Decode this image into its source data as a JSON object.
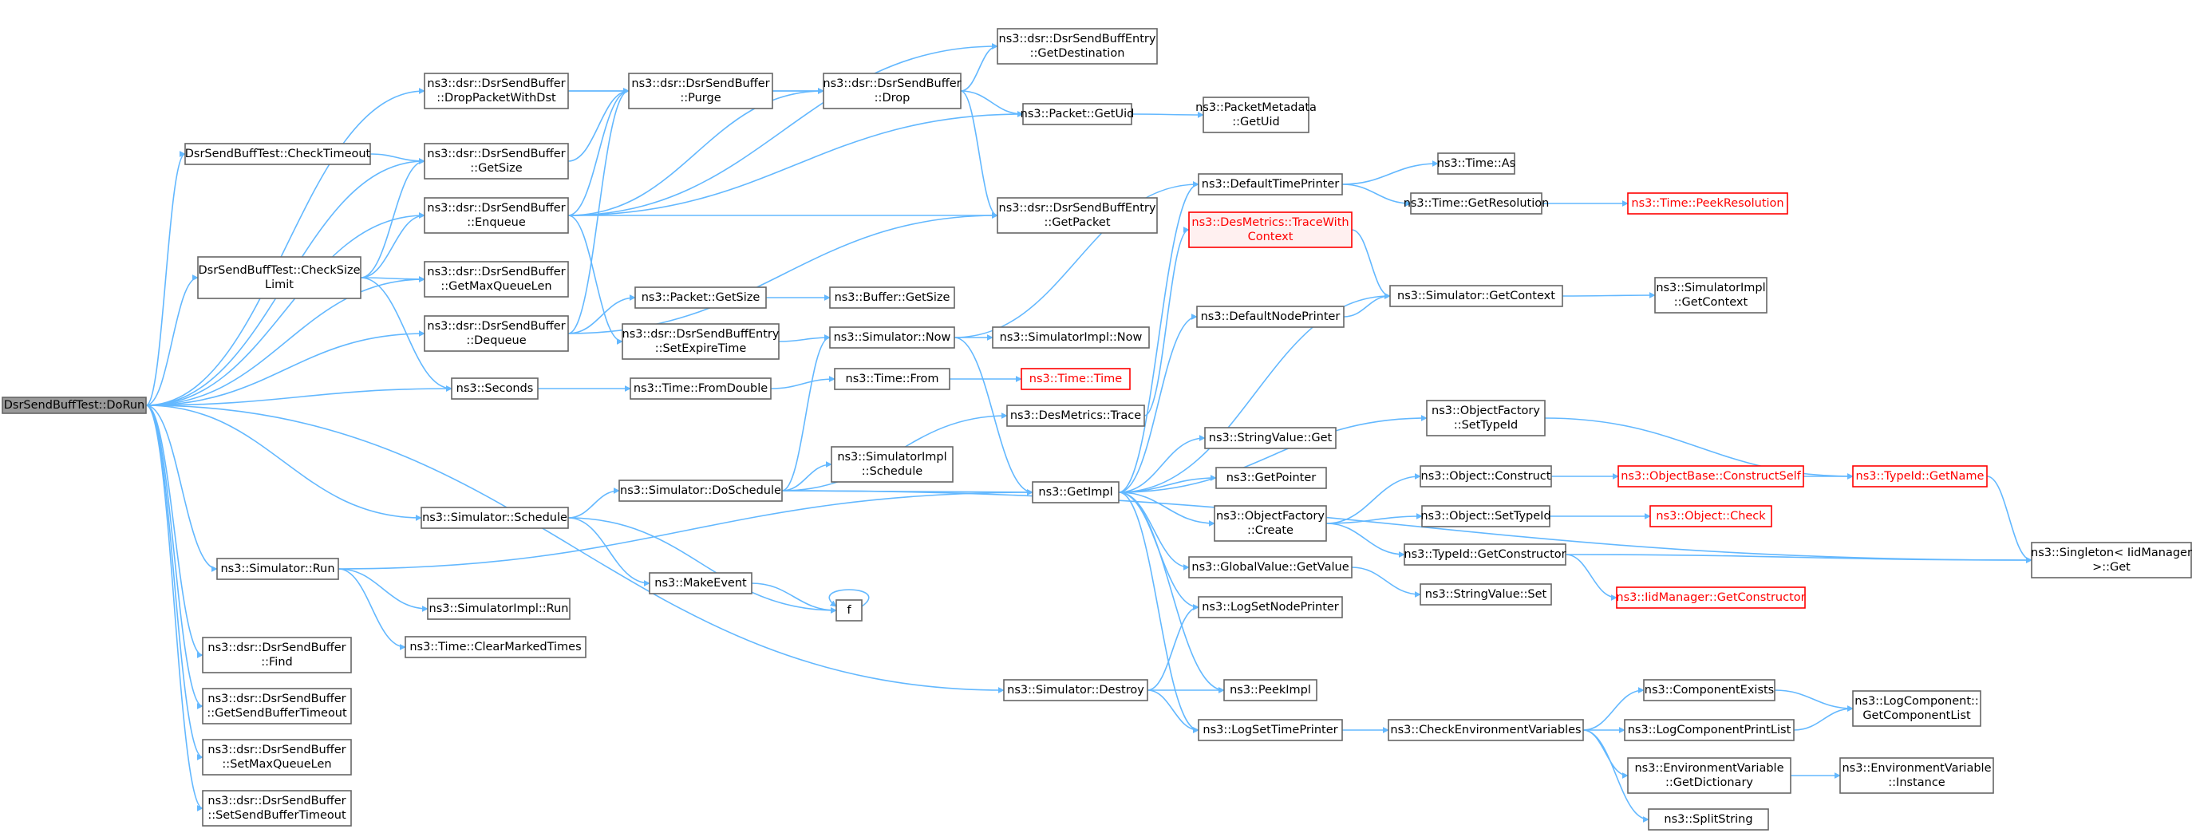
{
  "colors": {
    "edge": "#63b8ff",
    "node_border": "#666666",
    "root_fill": "#999999",
    "highlight_border": "#ff0000",
    "highlight_fill": "#fff0f0"
  },
  "nodes": {
    "root": [
      "DsrSendBuffTest::DoRun"
    ],
    "checkTimeout": [
      "DsrSendBuffTest::CheckTimeout"
    ],
    "checkSizeLimit": [
      "DsrSendBuffTest::CheckSize",
      "Limit"
    ],
    "dropPacketWithDst": [
      "ns3::dsr::DsrSendBuffer",
      "::DropPacketWithDst"
    ],
    "getSize": [
      "ns3::dsr::DsrSendBuffer",
      "::GetSize"
    ],
    "enqueue": [
      "ns3::dsr::DsrSendBuffer",
      "::Enqueue"
    ],
    "getMaxQueueLen": [
      "ns3::dsr::DsrSendBuffer",
      "::GetMaxQueueLen"
    ],
    "dequeue": [
      "ns3::dsr::DsrSendBuffer",
      "::Dequeue"
    ],
    "seconds": [
      "ns3::Seconds"
    ],
    "schedule": [
      "ns3::Simulator::Schedule"
    ],
    "simRun": [
      "ns3::Simulator::Run"
    ],
    "find": [
      "ns3::dsr::DsrSendBuffer",
      "::Find"
    ],
    "getSendBufferTimeout": [
      "ns3::dsr::DsrSendBuffer",
      "::GetSendBufferTimeout"
    ],
    "setMaxQueueLen": [
      "ns3::dsr::DsrSendBuffer",
      "::SetMaxQueueLen"
    ],
    "setSendBufferTimeout": [
      "ns3::dsr::DsrSendBuffer",
      "::SetSendBufferTimeout"
    ],
    "purge": [
      "ns3::dsr::DsrSendBuffer",
      "::Purge"
    ],
    "packetGetSize": [
      "ns3::Packet::GetSize"
    ],
    "setExpireTime": [
      "ns3::dsr::DsrSendBuffEntry",
      "::SetExpireTime"
    ],
    "fromDouble": [
      "ns3::Time::FromDouble"
    ],
    "doSchedule": [
      "ns3::Simulator::DoSchedule"
    ],
    "makeEvent": [
      "ns3::MakeEvent"
    ],
    "simImplRun": [
      "ns3::SimulatorImpl::Run"
    ],
    "clearMarkedTimes": [
      "ns3::Time::ClearMarkedTimes"
    ],
    "drop": [
      "ns3::dsr::DsrSendBuffer",
      "::Drop"
    ],
    "simNow": [
      "ns3::Simulator::Now"
    ],
    "timeFrom": [
      "ns3::Time::From"
    ],
    "buffGetSize": [
      "ns3::Buffer::GetSize"
    ],
    "simImplSchedule": [
      "ns3::SimulatorImpl",
      "::Schedule"
    ],
    "f": [
      "f"
    ],
    "getDestination": [
      "ns3::dsr::DsrSendBuffEntry",
      "::GetDestination"
    ],
    "packetGetUid": [
      "ns3::Packet::GetUid"
    ],
    "getPacket": [
      "ns3::dsr::DsrSendBuffEntry",
      "::GetPacket"
    ],
    "simImplNow": [
      "ns3::SimulatorImpl::Now"
    ],
    "timeTime": [
      "ns3::Time::Time"
    ],
    "desTrace": [
      "ns3::DesMetrics::Trace"
    ],
    "getImpl": [
      "ns3::GetImpl"
    ],
    "simDestroy": [
      "ns3::Simulator::Destroy"
    ],
    "metadataGetUid": [
      "ns3::PacketMetadata",
      "::GetUid"
    ],
    "defaultTimePrinter": [
      "ns3::DefaultTimePrinter"
    ],
    "traceWithContext": [
      "ns3::DesMetrics::TraceWith",
      "Context"
    ],
    "defaultNodePrinter": [
      "ns3::DefaultNodePrinter"
    ],
    "stringValueGet": [
      "ns3::StringValue::Get"
    ],
    "getPointer": [
      "ns3::GetPointer"
    ],
    "objectFactoryCreate": [
      "ns3::ObjectFactory",
      "::Create"
    ],
    "globalValueGetValue": [
      "ns3::GlobalValue::GetValue"
    ],
    "logSetNodePrinter": [
      "ns3::LogSetNodePrinter"
    ],
    "peekImpl": [
      "ns3::PeekImpl"
    ],
    "logSetTimePrinter": [
      "ns3::LogSetTimePrinter"
    ],
    "timeAs": [
      "ns3::Time::As"
    ],
    "getResolution": [
      "ns3::Time::GetResolution"
    ],
    "simGetContext": [
      "ns3::Simulator::GetContext"
    ],
    "setTypeId": [
      "ns3::ObjectFactory",
      "::SetTypeId"
    ],
    "objectConstruct": [
      "ns3::Object::Construct"
    ],
    "objectSetTypeId": [
      "ns3::Object::SetTypeId"
    ],
    "getConstructor": [
      "ns3::TypeId::GetConstructor"
    ],
    "stringValueSet": [
      "ns3::StringValue::Set"
    ],
    "checkEnv": [
      "ns3::CheckEnvironmentVariables"
    ],
    "peekResolution": [
      "ns3::Time::PeekResolution"
    ],
    "simImplGetContext": [
      "ns3::SimulatorImpl",
      "::GetContext"
    ],
    "constructSelf": [
      "ns3::ObjectBase::ConstructSelf"
    ],
    "objectCheck": [
      "ns3::Object::Check"
    ],
    "iidGetConstructor": [
      "ns3::IidManager::GetConstructor"
    ],
    "componentExists": [
      "ns3::ComponentExists"
    ],
    "logComponentPrintList": [
      "ns3::LogComponentPrintList"
    ],
    "envGetDictionary": [
      "ns3::EnvironmentVariable",
      "::GetDictionary"
    ],
    "splitString": [
      "ns3::SplitString"
    ],
    "typeIdGetName": [
      "ns3::TypeId::GetName"
    ],
    "getComponentList": [
      "ns3::LogComponent::",
      "GetComponentList"
    ],
    "envInstance": [
      "ns3::EnvironmentVariable",
      "::Instance"
    ],
    "singletonGet": [
      "ns3::Singleton< IidManager",
      " >::Get"
    ]
  }
}
